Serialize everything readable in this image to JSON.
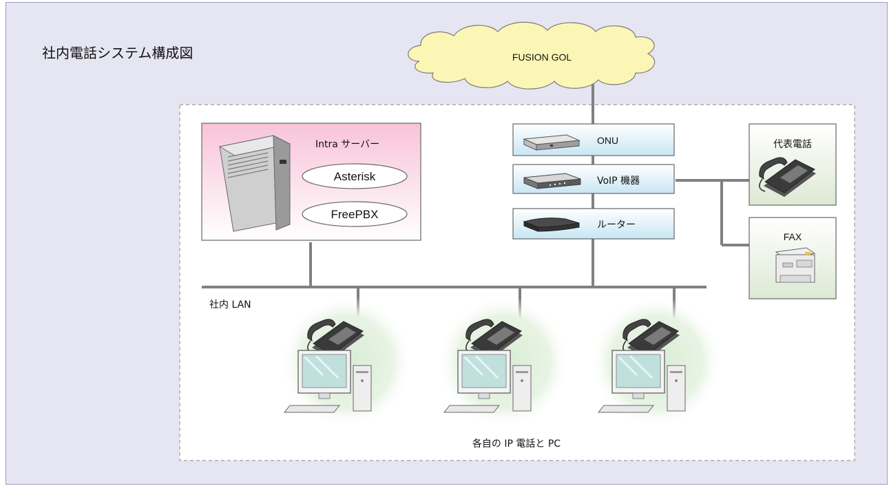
{
  "title": "社内電話システム構成図",
  "cloud": {
    "label": "FUSION GOL"
  },
  "server": {
    "label": "Intra サーバー",
    "software": [
      "Asterisk",
      "FreePBX"
    ]
  },
  "devices": {
    "onu": "ONU",
    "voip": "VoIP 機器",
    "router": "ルーター"
  },
  "side_devices": {
    "phone": "代表電話",
    "fax": "FAX"
  },
  "lan": {
    "label": "社内 LAN"
  },
  "clients": {
    "caption": "各自の IP 電話と PC",
    "count": 3
  },
  "colors": {
    "background": "#e6e6f2",
    "cloud_fill": "#fbf6b5",
    "server_box": "#f8c8da",
    "device_box": "#cfe9f4",
    "side_box": "#e6efdf",
    "line": "#808080"
  }
}
